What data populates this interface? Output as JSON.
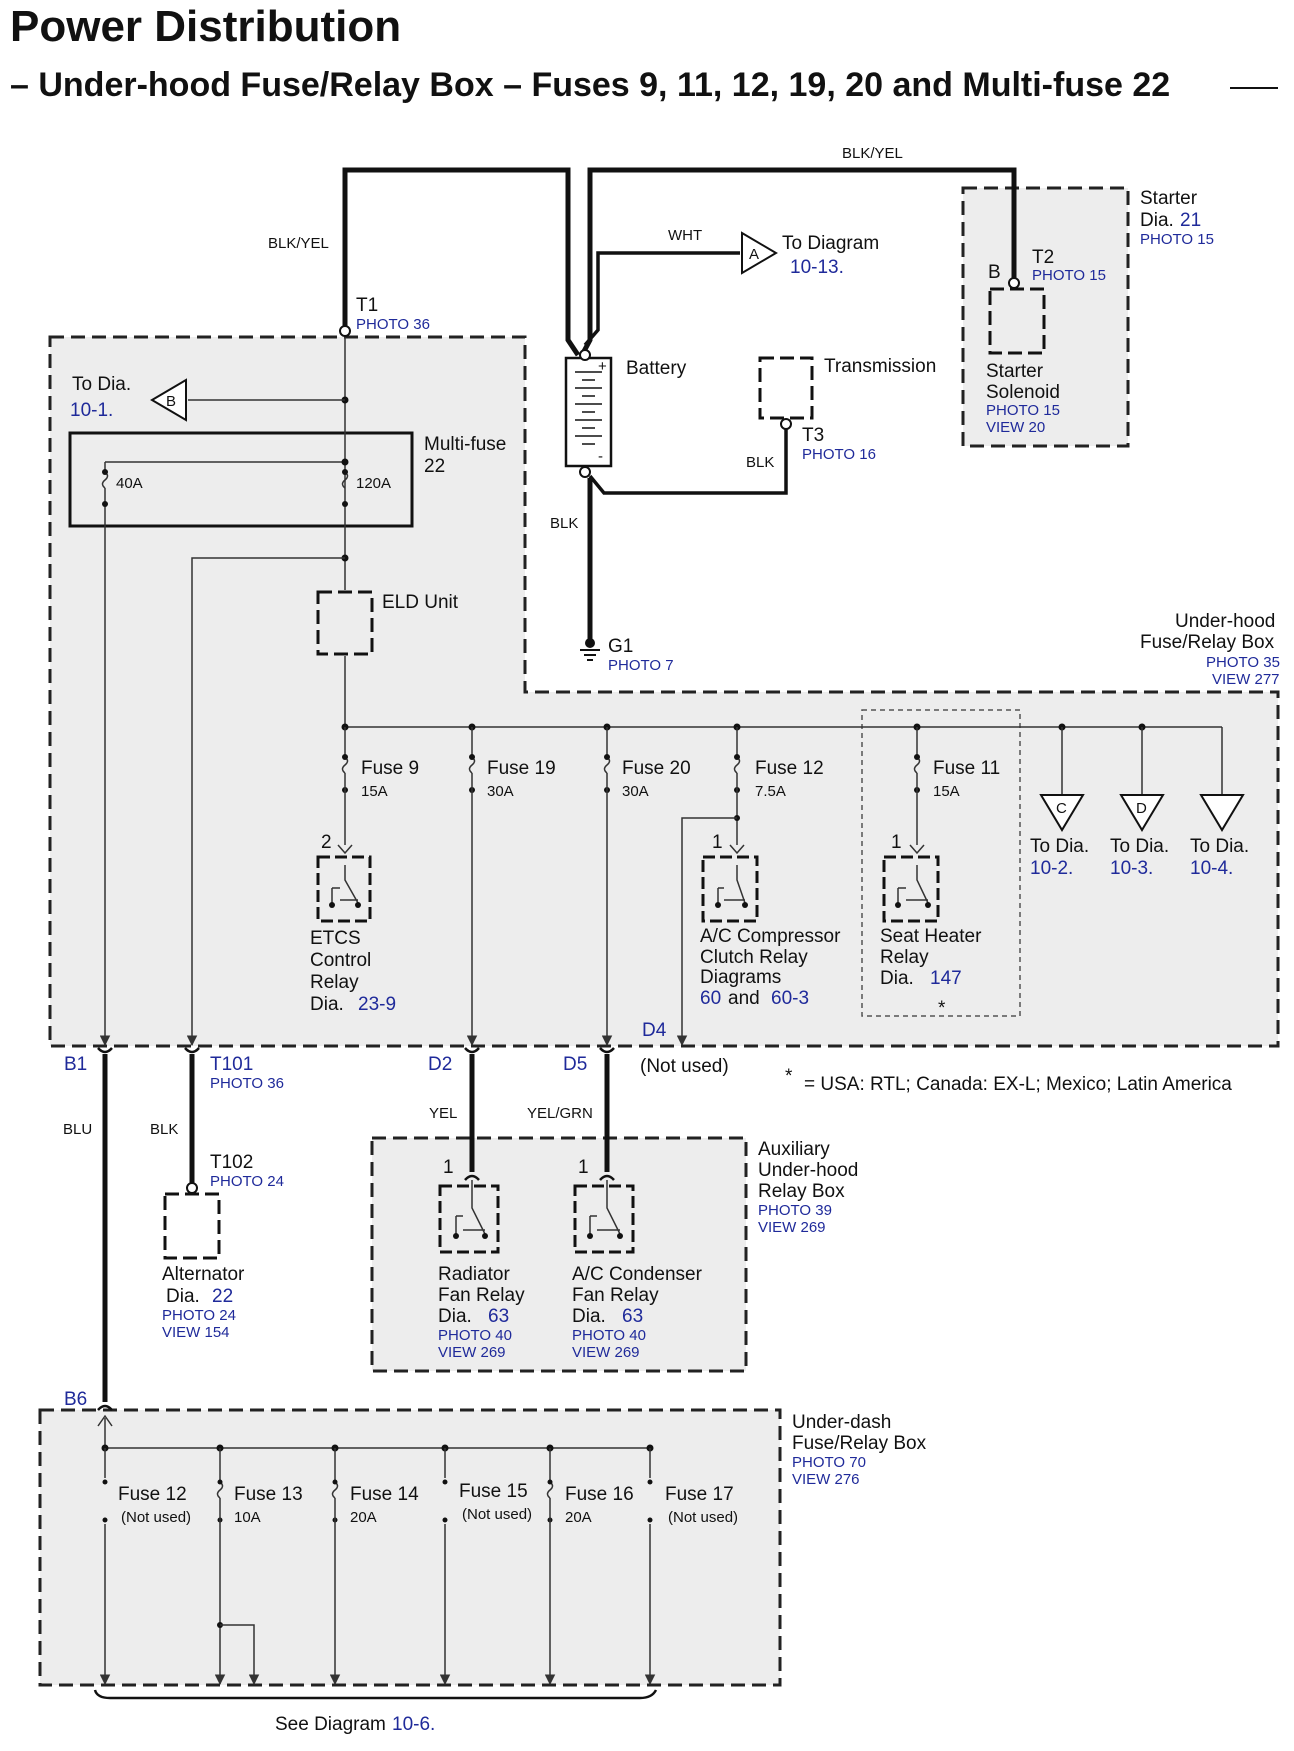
{
  "title": "Power Distribution",
  "subtitle": "– Under-hood Fuse/Relay Box – Fuses 9, 11, 12, 19, 20 and Multi-fuse 22",
  "wires": {
    "top": "BLK/YEL",
    "t1": "BLK/YEL",
    "a": "WHT",
    "t3": "BLK",
    "g1": "BLK",
    "b1": "BLU",
    "t101": "BLK",
    "d2": "YEL",
    "d5": "YEL/GRN"
  },
  "battery": {
    "label": "Battery",
    "plus": "+",
    "minus": "-"
  },
  "to_diagram_a": {
    "letter": "A",
    "label": "To Diagram",
    "ref": "10-13."
  },
  "to_dia_b": {
    "letter": "B",
    "label": "To Dia.",
    "ref": "10-1."
  },
  "starter": {
    "label": "Starter",
    "dia": "Dia.",
    "dia_ref": "21",
    "photo": "PHOTO 15",
    "b": "B",
    "t2": "T2",
    "t2_photo": "PHOTO 15",
    "solenoid1": "Starter",
    "solenoid2": "Solenoid",
    "sol_photo": "PHOTO 15",
    "sol_view": "VIEW 20"
  },
  "transmission": {
    "label": "Transmission",
    "t3": "T3",
    "t3_photo": "PHOTO 16"
  },
  "t1": {
    "label": "T1",
    "photo": "PHOTO 36"
  },
  "g1": {
    "label": "G1",
    "photo": "PHOTO 7"
  },
  "multifuse": {
    "label": "Multi-fuse",
    "num": "22",
    "f40": "40A",
    "f120": "120A"
  },
  "eld": {
    "label": "ELD Unit"
  },
  "underhood": {
    "l1": "Under-hood",
    "l2": "Fuse/Relay Box",
    "photo": "PHOTO 35",
    "view": "VIEW 277"
  },
  "fuses": [
    {
      "name": "Fuse 9",
      "amp": "15A"
    },
    {
      "name": "Fuse 19",
      "amp": "30A"
    },
    {
      "name": "Fuse 20",
      "amp": "30A"
    },
    {
      "name": "Fuse 12",
      "amp": "7.5A"
    },
    {
      "name": "Fuse 11",
      "amp": "15A"
    }
  ],
  "etcs": {
    "pin": "2",
    "l1": "ETCS",
    "l2": "Control",
    "l3": "Relay",
    "dia": "Dia.",
    "ref": "23-9"
  },
  "ac_comp": {
    "pin": "1",
    "l1": "A/C Compressor",
    "l2": "Clutch Relay",
    "l3": "Diagrams",
    "ref1": "60",
    "and": "and",
    "ref2": "60-3"
  },
  "seat": {
    "pin": "1",
    "l1": "Seat Heater",
    "l2": "Relay",
    "dia": "Dia.",
    "ref": "147",
    "star": "*"
  },
  "to_dias": [
    {
      "letter": "C",
      "label": "To Dia.",
      "ref": "10-2."
    },
    {
      "letter": "D",
      "label": "To Dia.",
      "ref": "10-3."
    },
    {
      "letter": "",
      "label": "To Dia.",
      "ref": "10-4."
    }
  ],
  "connectors": {
    "b1": "B1",
    "t101": "T101",
    "t101_photo": "PHOTO 36",
    "d2": "D2",
    "d5": "D5",
    "d4": "D4",
    "not_used": "(Not used)",
    "b6": "B6"
  },
  "footnote": {
    "star": "*",
    "text": "=  USA: RTL; Canada: EX-L; Mexico; Latin America"
  },
  "alternator": {
    "t102": "T102",
    "t102_photo": "PHOTO 24",
    "label": "Alternator",
    "dia": "Dia.",
    "ref": "22",
    "photo": "PHOTO 24",
    "view": "VIEW 154"
  },
  "aux": {
    "l1": "Auxiliary",
    "l2": "Under-hood",
    "l3": "Relay Box",
    "photo": "PHOTO 39",
    "view": "VIEW 269"
  },
  "radiator": {
    "pin": "1",
    "l1": "Radiator",
    "l2": "Fan Relay",
    "dia": "Dia.",
    "ref": "63",
    "photo": "PHOTO 40",
    "view": "VIEW 269"
  },
  "condenser": {
    "pin": "1",
    "l1": "A/C Condenser",
    "l2": "Fan Relay",
    "dia": "Dia.",
    "ref": "63",
    "photo": "PHOTO 40",
    "view": "VIEW 269"
  },
  "underdash": {
    "l1": "Under-dash",
    "l2": "Fuse/Relay Box",
    "photo": "PHOTO 70",
    "view": "VIEW 276"
  },
  "dash_fuses": [
    {
      "name": "Fuse 12",
      "amp": "(Not used)"
    },
    {
      "name": "Fuse 13",
      "amp": "10A"
    },
    {
      "name": "Fuse 14",
      "amp": "20A"
    },
    {
      "name": "Fuse 15",
      "amp": "(Not used)"
    },
    {
      "name": "Fuse 16",
      "amp": "20A"
    },
    {
      "name": "Fuse 17",
      "amp": "(Not used)"
    }
  ],
  "see_diagram": {
    "label": "See Diagram",
    "ref": "10-6."
  }
}
